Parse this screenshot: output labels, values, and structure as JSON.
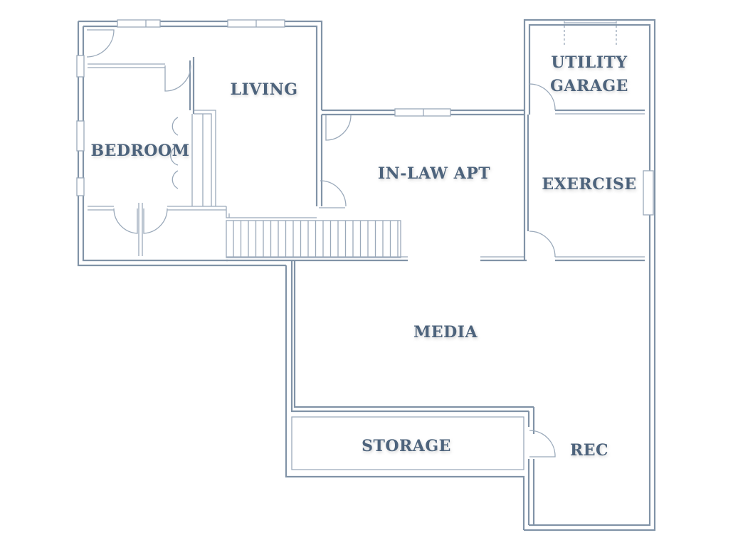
{
  "rooms": {
    "living": "LIVING",
    "bedroom": "BEDROOM",
    "inlaw": "IN-LAW APT",
    "utility_line1": "UTILITY",
    "utility_line2": "GARAGE",
    "exercise": "EXERCISE",
    "media": "MEDIA",
    "storage": "STORAGE",
    "rec": "REC"
  },
  "colors": {
    "wall": "#8193a7",
    "label": "#4e647c",
    "background": "#ffffff"
  }
}
